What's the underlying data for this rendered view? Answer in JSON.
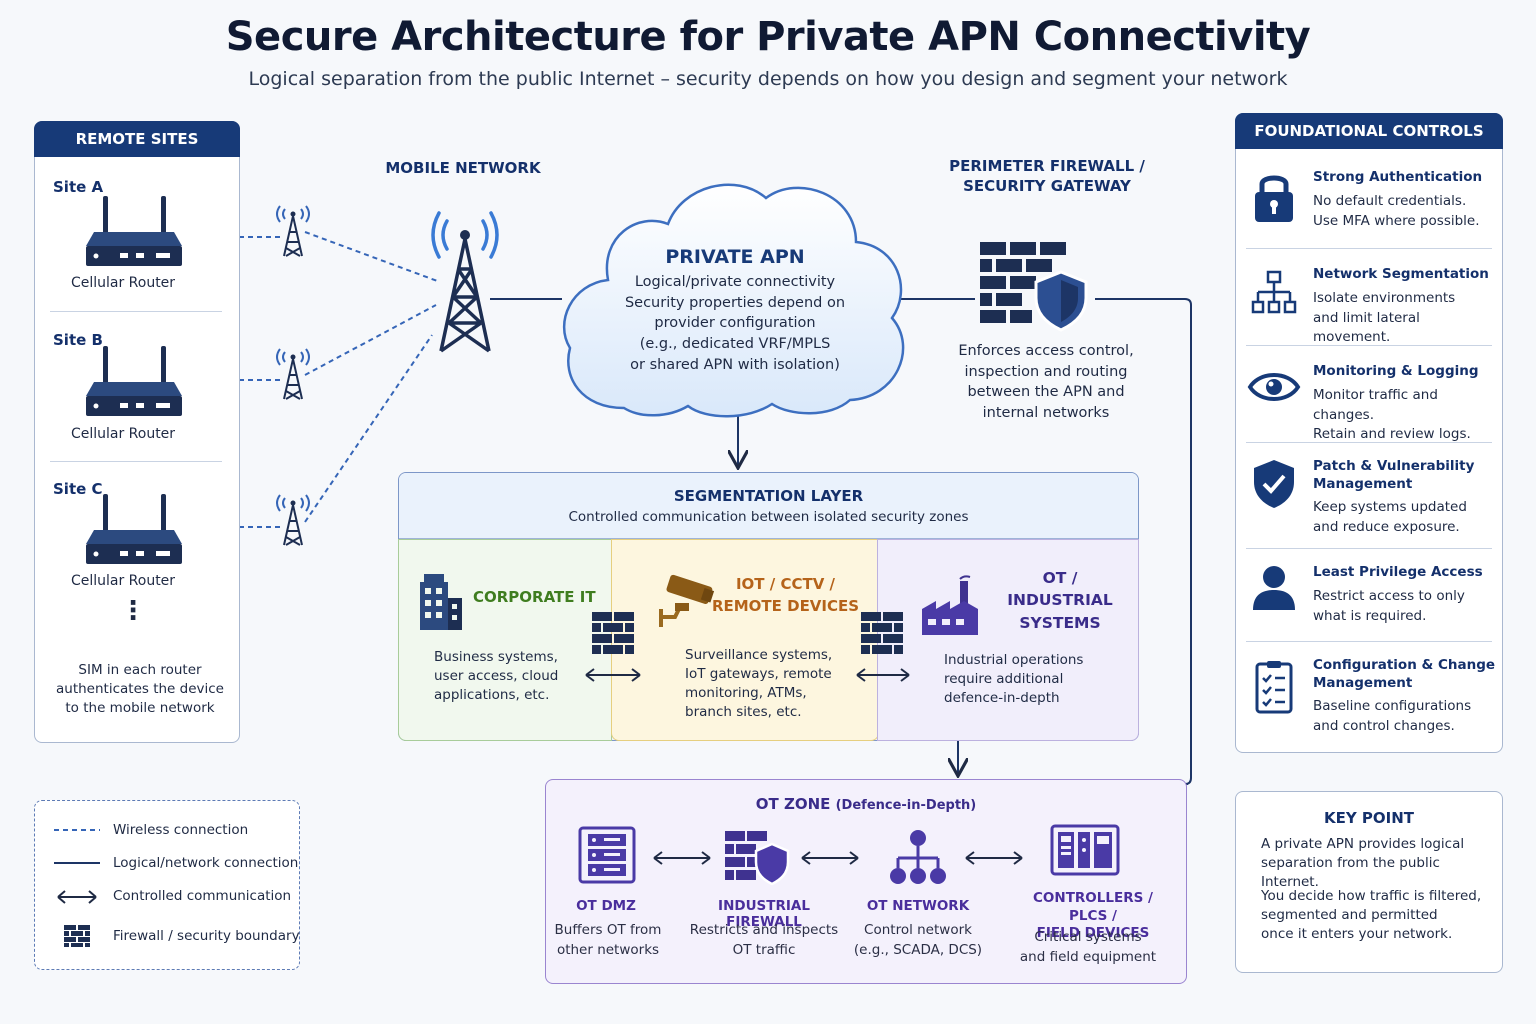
{
  "header": {
    "title": "Secure Architecture for Private APN Connectivity",
    "subtitle": "Logical separation from the public Internet – security depends on how you design and segment your network"
  },
  "remote_sites": {
    "heading": "REMOTE SITES",
    "sites": [
      {
        "label": "Site A",
        "device": "Cellular Router"
      },
      {
        "label": "Site B",
        "device": "Cellular Router"
      },
      {
        "label": "Site C",
        "device": "Cellular Router"
      }
    ],
    "more": "⋮",
    "note": "SIM in each router authenticates the device to the mobile network"
  },
  "mobile_network": {
    "label": "MOBILE NETWORK"
  },
  "private_apn": {
    "title": "PRIVATE APN",
    "lines": [
      "Logical/private connectivity",
      "Security properties depend on",
      "provider configuration",
      "(e.g., dedicated VRF/MPLS",
      "or shared APN with isolation)"
    ]
  },
  "perimeter": {
    "title_line1": "PERIMETER FIREWALL /",
    "title_line2": "SECURITY GATEWAY",
    "lines": [
      "Enforces access control,",
      "inspection and routing",
      "between the APN and",
      "internal networks"
    ]
  },
  "segmentation": {
    "title": "SEGMENTATION LAYER",
    "subtitle": "Controlled communication between isolated security zones",
    "zones": [
      {
        "title": "CORPORATE IT",
        "lines": [
          "Business systems,",
          "user access, cloud",
          "applications, etc."
        ]
      },
      {
        "title_line1": "IOT / CCTV /",
        "title_line2": "REMOTE DEVICES",
        "lines": [
          "Surveillance systems,",
          "IoT gateways, remote",
          "monitoring, ATMs,",
          "branch sites, etc."
        ]
      },
      {
        "title_line1": "OT /",
        "title_line2": "INDUSTRIAL",
        "title_line3": "SYSTEMS",
        "lines": [
          "Industrial operations",
          "require additional",
          "defence-in-depth"
        ]
      }
    ]
  },
  "ot_zone": {
    "title": "OT ZONE",
    "title_suffix": "(Defence-in-Depth)",
    "nodes": [
      {
        "title": "OT DMZ",
        "lines": [
          "Buffers OT from",
          "other networks"
        ]
      },
      {
        "title": "INDUSTRIAL FIREWALL",
        "lines": [
          "Restricts and inspects",
          "OT traffic"
        ]
      },
      {
        "title": "OT NETWORK",
        "lines": [
          "Control network",
          "(e.g., SCADA, DCS)"
        ]
      },
      {
        "title_line1": "CONTROLLERS / PLCS /",
        "title_line2": "FIELD DEVICES",
        "lines": [
          "Critical systems",
          "and field equipment"
        ]
      }
    ]
  },
  "controls": {
    "heading": "FOUNDATIONAL CONTROLS",
    "items": [
      {
        "icon": "lock-icon",
        "title": "Strong Authentication",
        "lines": [
          "No default credentials.",
          "Use MFA where possible."
        ]
      },
      {
        "icon": "hierarchy-icon",
        "title": "Network Segmentation",
        "lines": [
          "Isolate environments",
          "and limit lateral movement."
        ]
      },
      {
        "icon": "eye-icon",
        "title": "Monitoring & Logging",
        "lines": [
          "Monitor traffic and changes.",
          "Retain and review logs."
        ]
      },
      {
        "icon": "shield-check-icon",
        "title_line1": "Patch & Vulnerability",
        "title_line2": "Management",
        "lines": [
          "Keep systems updated",
          "and reduce exposure."
        ]
      },
      {
        "icon": "user-icon",
        "title": "Least Privilege Access",
        "lines": [
          "Restrict access to only",
          "what is required."
        ]
      },
      {
        "icon": "checklist-icon",
        "title_line1": "Configuration & Change",
        "title_line2": "Management",
        "lines": [
          "Baseline configurations",
          "and control changes."
        ]
      }
    ]
  },
  "key_point": {
    "title": "KEY POINT",
    "para1": [
      "A private APN provides logical",
      "separation from the public Internet."
    ],
    "para2": [
      "You decide how traffic is filtered,",
      "segmented and permitted",
      "once it enters your network."
    ]
  },
  "legend": {
    "items": [
      {
        "icon": "dashed-line-icon",
        "label": "Wireless connection"
      },
      {
        "icon": "solid-line-icon",
        "label": "Logical/network connection"
      },
      {
        "icon": "double-arrow-icon",
        "label": "Controlled communication"
      },
      {
        "icon": "firewall-icon",
        "label": "Firewall / security boundary"
      }
    ]
  },
  "colors": {
    "navy": "#173a78",
    "title_text": "#14306b",
    "corporate_green": "#3f7d1f",
    "iot_orange": "#b5631a",
    "ot_purple": "#4a2e9c"
  }
}
